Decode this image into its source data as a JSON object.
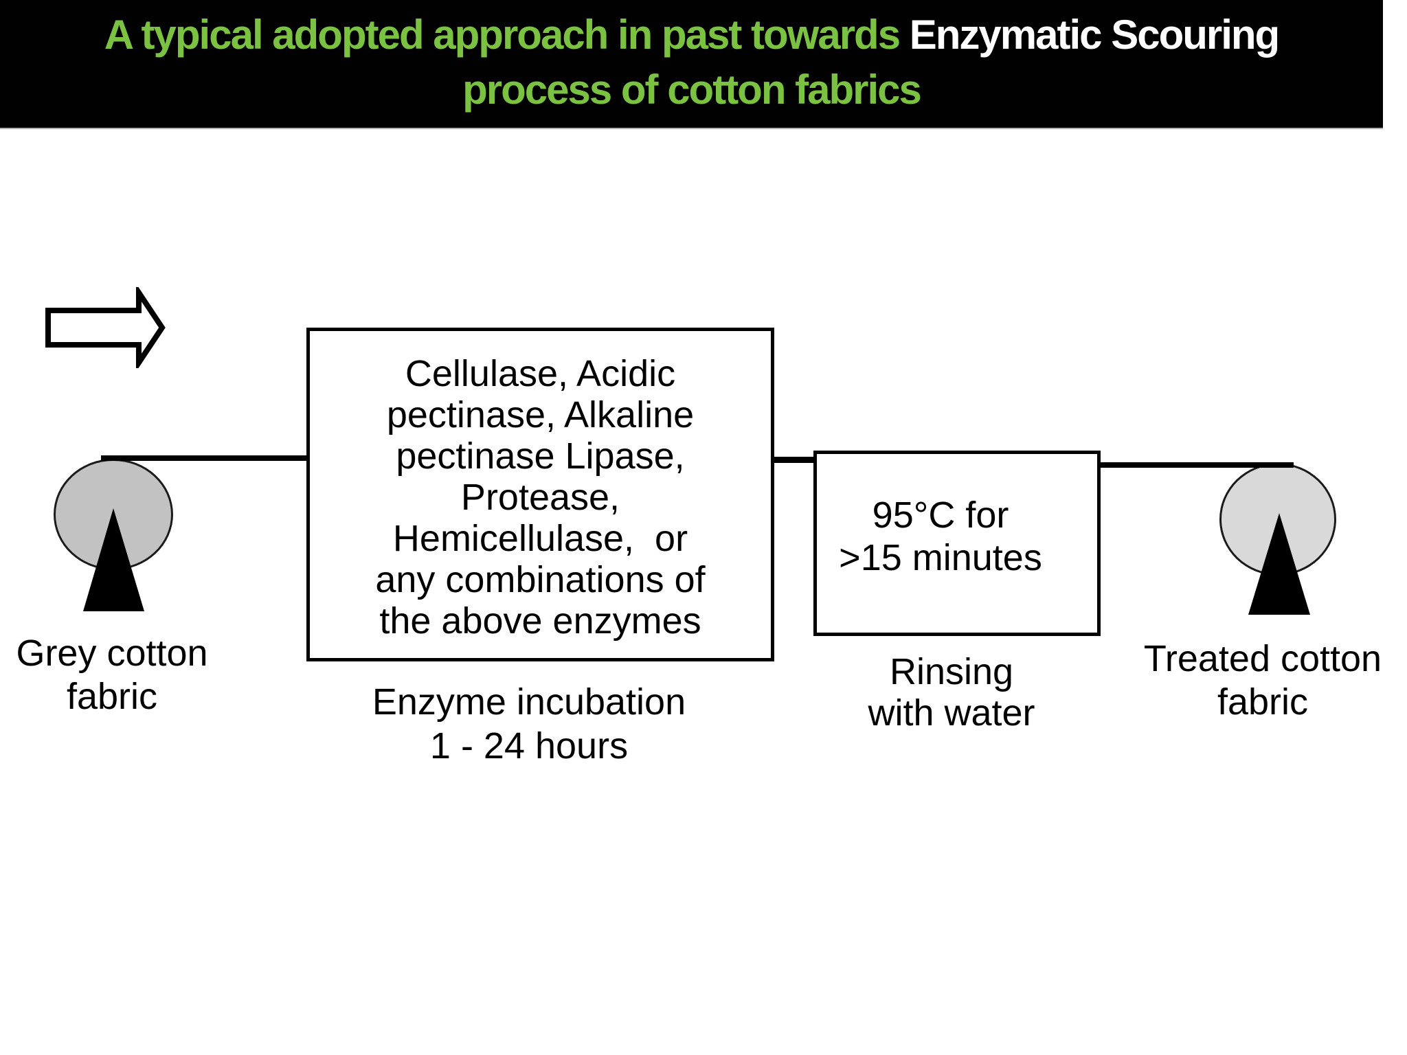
{
  "header": {
    "title_part_green_1": "A typical adopted approach in past towards ",
    "title_part_white": "Enzymatic Scouring",
    "title_line_2": "process of cotton fabrics",
    "colors": {
      "bar_bg": "#010101",
      "green": "#7CC242",
      "white": "#FFFFFF"
    }
  },
  "diagram": {
    "left_roll": {
      "label_line1": "Grey cotton",
      "label_line2": "fabric"
    },
    "enzyme_box": {
      "lines": [
        "Cellulase, Acidic",
        "pectinase, Alkaline",
        "pectinase Lipase,",
        "Protease,",
        "Hemicellulase,  or",
        "any combinations of",
        "the above enzymes"
      ],
      "caption_line1": "Enzyme incubation",
      "caption_line2": "1 - 24 hours"
    },
    "rinse_box": {
      "line1": "95°C for",
      "line2": ">15 minutes",
      "caption_line1": "Rinsing",
      "caption_line2": "with water"
    },
    "right_roll": {
      "label_line1": "Treated cotton",
      "label_line2": "fabric"
    },
    "colors": {
      "line": "#000000",
      "left_roll_fill": "#c2c2c2",
      "right_roll_fill": "#d9d9d9",
      "triangle": "#000000"
    }
  }
}
